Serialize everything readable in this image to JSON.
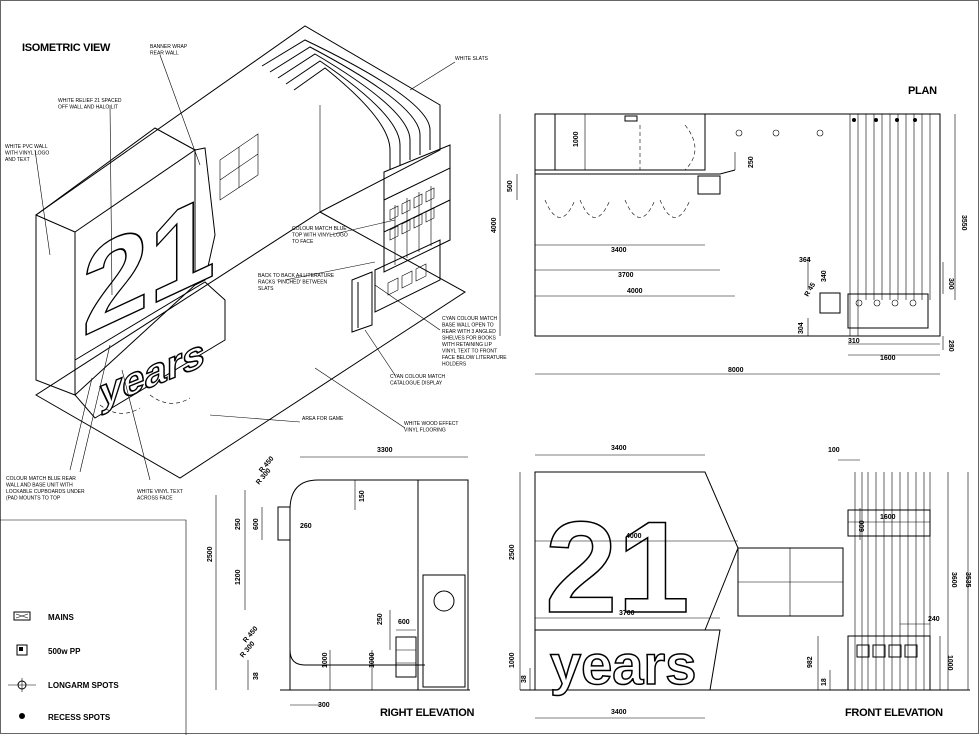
{
  "titles": {
    "isometric": "ISOMETRIC VIEW",
    "plan": "PLAN",
    "right_elevation": "RIGHT ELEVATION",
    "front_elevation": "FRONT ELEVATION"
  },
  "graphic": {
    "number": "21",
    "word": "years"
  },
  "notes": {
    "banner_wrap": "BANNER WRAP\nREAR WALL",
    "white_slats": "WHITE SLATS",
    "white_relief": "WHITE RELIEF 21 SPACED\nOFF WALL AND HALO LIT",
    "white_pvc_wall": "WHITE PVC WALL\nWITH VINYL LOGO\nAND TEXT",
    "colour_match_top": "COLOUR MATCH BLUE\nTOP WITH VINYL LOGO\nTO FACE",
    "back_to_back": "BACK TO BACK A4 LITERATURE\nRACKS 'PINCHED' BETWEEN\nSLATS",
    "cyan_base_wall": "CYAN COLOUR MATCH\nBASE WALL OPEN TO\nREAR WITH 3 ANGLED\nSHELVES FOR BOOKS\nWITH RETAINING LIP\nVINYL TEXT TO FRONT\nFACE BELOW LITERATURE\nHOLDERS",
    "cyan_catalogue": "CYAN COLOUR MATCH\nCATALOGUE DISPLAY",
    "area_for_game": "AREA FOR GAME",
    "wood_flooring": "WHITE WOOD EFFECT\nVINYL FLOORING",
    "cupboards": "COLOUR MATCH BLUE REAR\nWALL AND BASE UNIT WITH\nLOCKABLE CUPBOARDS UNDER\n(PAD MOUNTS TO TOP",
    "white_vinyl_text": "WHITE VINYL TEXT\nACROSS FACE"
  },
  "plan_dims": {
    "d1000": "1000",
    "d500": "500",
    "d4000": "4000",
    "d250": "250",
    "d3400": "3400",
    "d3700": "3700",
    "d4000b": "4000",
    "d8000": "8000",
    "d3550": "3550",
    "d364": "364",
    "d340": "340",
    "dR45": "R 45",
    "d304": "304",
    "d310": "310",
    "d1600": "1600",
    "d300": "300",
    "d280": "280"
  },
  "right_dims": {
    "d3300": "3300",
    "dR450a": "R 450",
    "dR300a": "R 300",
    "d150": "150",
    "d2500": "2500",
    "d250": "250",
    "d600a": "600",
    "d260": "260",
    "d1200": "1200",
    "dR450b": "R 450",
    "dR300b": "R 300",
    "d250b": "250",
    "d600b": "600",
    "d1000a": "1000",
    "d1000b": "1000",
    "d38": "38",
    "d300": "300"
  },
  "front_dims": {
    "d3400": "3400",
    "d100": "100",
    "d1600": "1600",
    "d4000": "4000",
    "d600": "600",
    "d2500": "2500",
    "d3600": "3600",
    "d3535": "3535",
    "d3700": "3700",
    "d240": "240",
    "d1000a": "1000",
    "d38": "38",
    "d982": "982",
    "d18": "18",
    "d1000b": "1000",
    "d3400b": "3400"
  },
  "legend": [
    {
      "icon": "mains-icon",
      "label": "MAINS"
    },
    {
      "icon": "pp-icon",
      "label": "500w PP"
    },
    {
      "icon": "longarm-spot-icon",
      "label": "LONGARM SPOTS"
    },
    {
      "icon": "recess-spot-icon",
      "label": "RECESS SPOTS"
    }
  ]
}
